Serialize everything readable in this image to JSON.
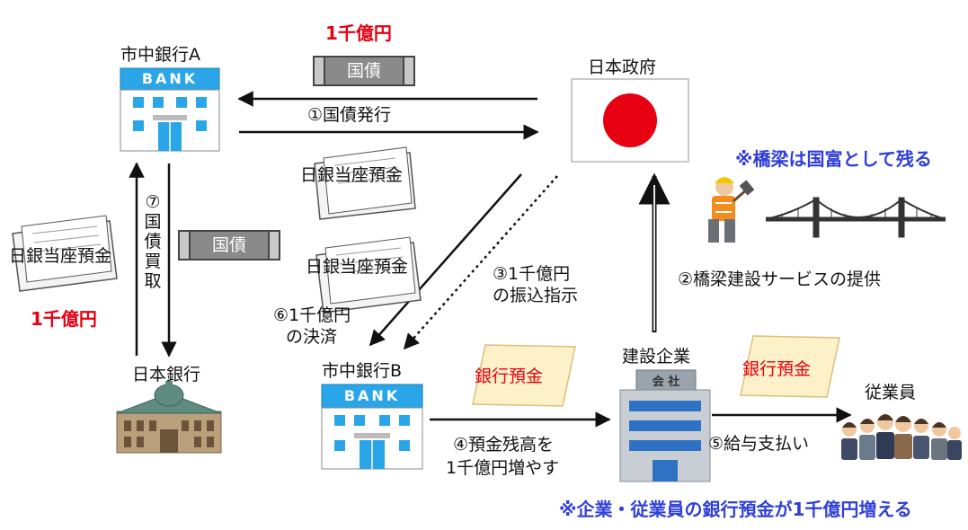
{
  "nodes": {
    "bank_a": "市中銀行A",
    "bank_b": "市中銀行B",
    "government": "日本政府",
    "boj": "日本銀行",
    "construction": "建設企業",
    "employees": "従業員",
    "bank_sign": "BANK",
    "company_sign": "会 社"
  },
  "amounts": {
    "top": "1千億円",
    "left": "1千億円"
  },
  "instruments": {
    "bond": "国債",
    "bond_left": "国債",
    "boj_deposit": "日銀当座預金",
    "boj_deposit_mid": "日銀当座預金",
    "boj_deposit_left": "日銀当座預金",
    "bank_deposit_1": "銀行預金",
    "bank_deposit_2": "銀行預金"
  },
  "steps": {
    "s1": "①国債発行",
    "s2": "②橋梁建設サービスの提供",
    "s3_line1": "③1千億円",
    "s3_line2": "の振込指示",
    "s4_line1": "④預金残高を",
    "s4_line2": "1千億円増やす",
    "s5": "⑤給与支払い",
    "s6_line1": "⑥1千億円",
    "s6_line2": "の決済",
    "s7": [
      "⑦",
      "国",
      "債",
      "買",
      "取"
    ]
  },
  "notes": {
    "bridge": "※橋梁は国富として残る",
    "deposits": "※企業・従業員の銀行預金が1千億円増える"
  },
  "colors": {
    "red": "#e60012",
    "blue": "#2f3fd8",
    "bank_blue": "#2aa6e8"
  }
}
